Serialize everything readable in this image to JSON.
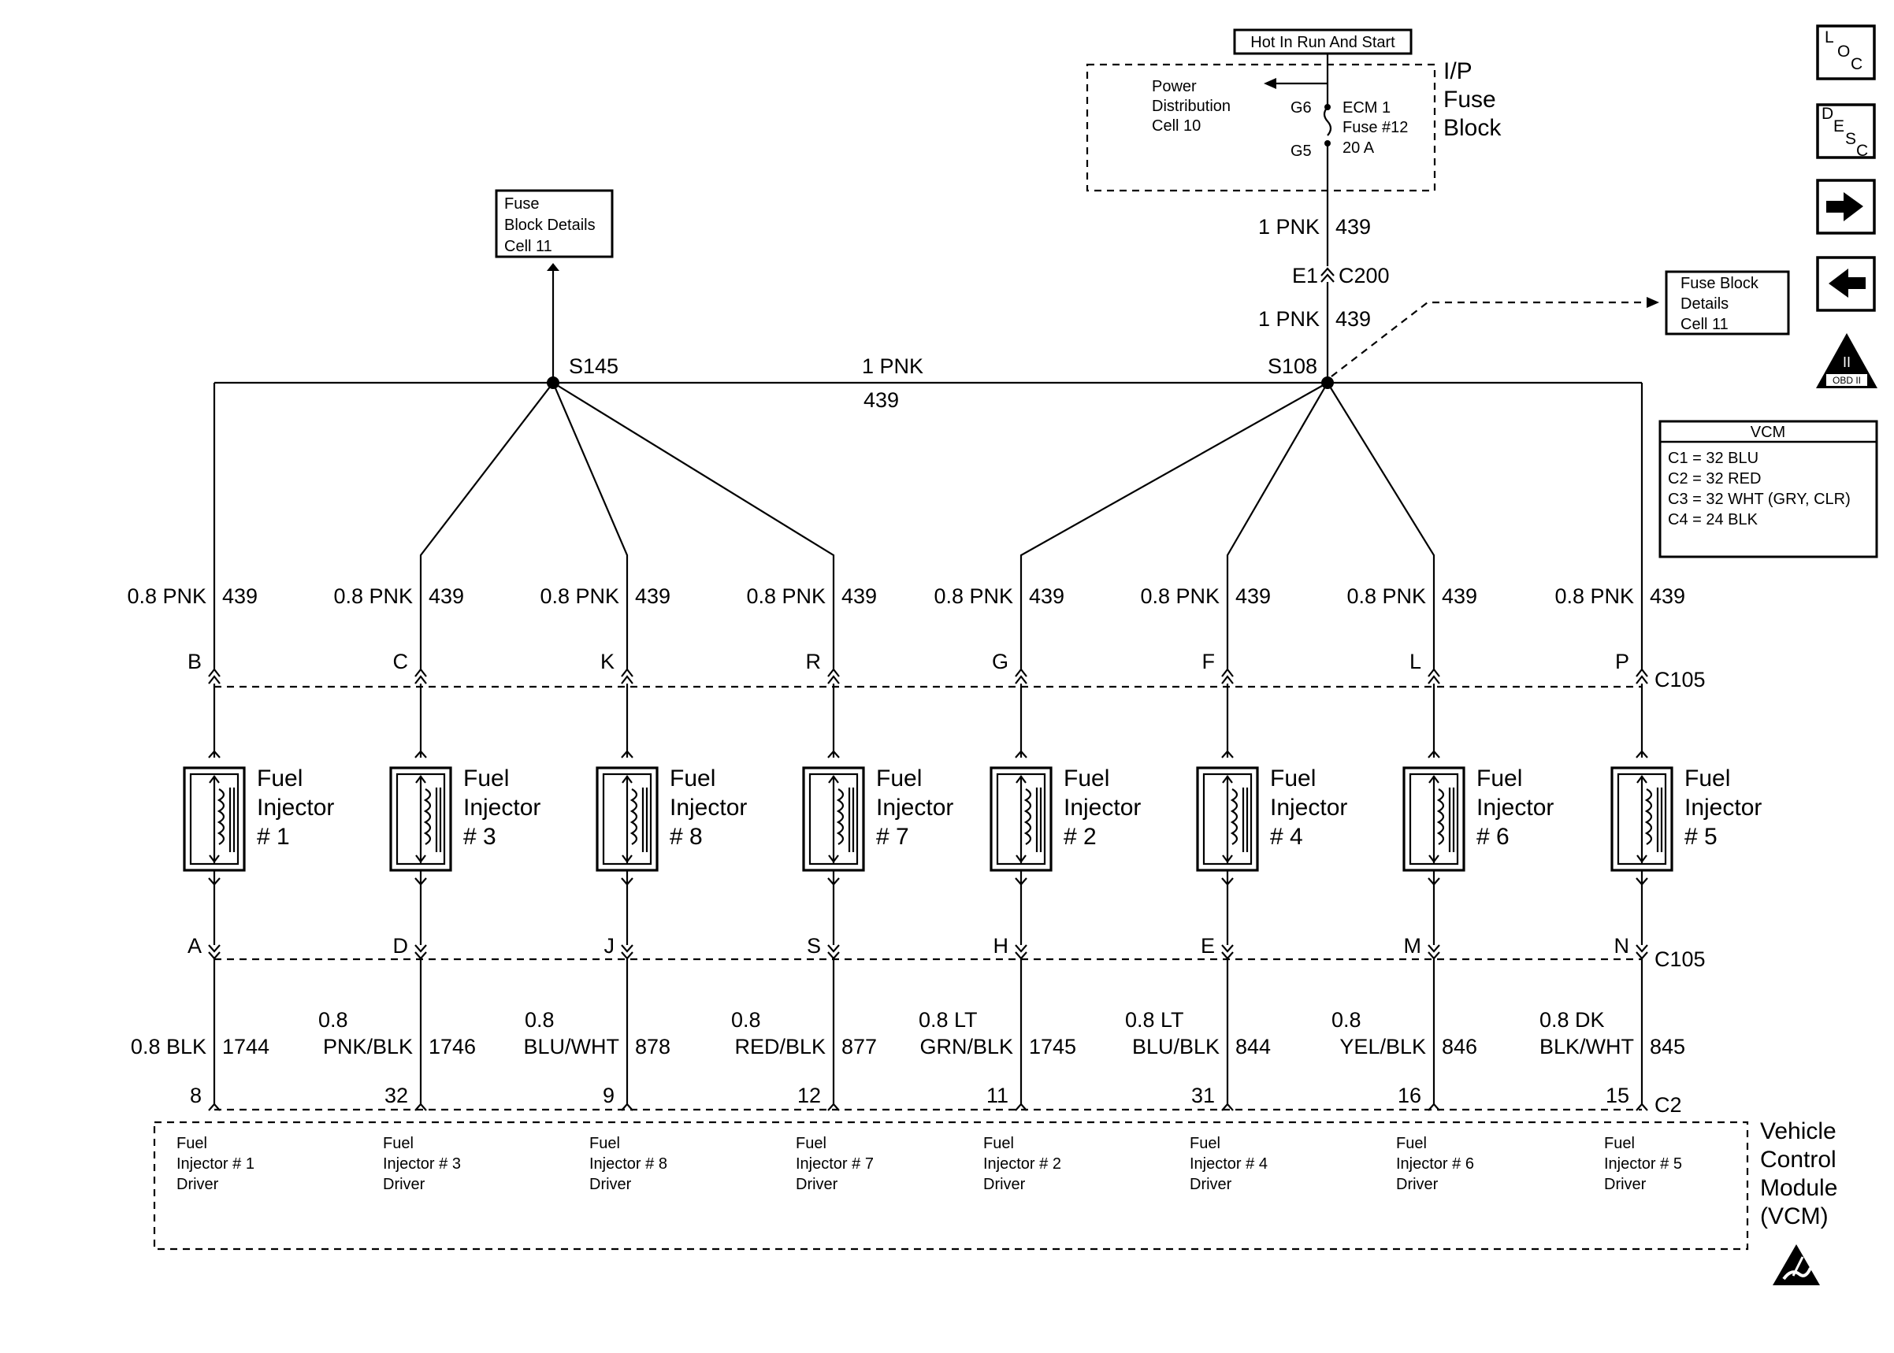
{
  "supply": {
    "hot_label": "Hot In Run And Start",
    "block_name": [
      "I/P",
      "Fuse",
      "Block"
    ],
    "power_ref": [
      "Power",
      "Distribution",
      "Cell 10"
    ],
    "terminal_top": "G6",
    "terminal_bottom": "G5",
    "fuse_text": [
      "ECM 1",
      "Fuse #12",
      "20 A"
    ],
    "wire_upper": {
      "size_color": "1 PNK",
      "circuit": "439"
    },
    "connector_pin": "E1",
    "connector": "C200",
    "wire_lower": {
      "size_color": "1 PNK",
      "circuit": "439"
    }
  },
  "fuse_block_left": [
    "Fuse",
    "Block Details",
    "Cell 11"
  ],
  "fuse_block_right": [
    "Fuse Block",
    "Details",
    "Cell 11"
  ],
  "splices": {
    "left": "S145",
    "right": "S108"
  },
  "bus_wire": {
    "size_color": "1 PNK",
    "circuit": "439"
  },
  "connector_top_label": "C105",
  "connector_bottom_label": "C105",
  "vcm_connector_label": "C2",
  "injectors": [
    {
      "feed_wire": "0.8 PNK",
      "feed_circuit": "439",
      "top_pin": "B",
      "name": [
        "Fuel",
        "Injector",
        "# 1"
      ],
      "bottom_pin": "A",
      "ctrl_wire": [
        "0.8 BLK"
      ],
      "ctrl_circuit": "1744",
      "vcm_pin": "8",
      "driver": [
        "Fuel",
        "Injector # 1",
        "Driver"
      ]
    },
    {
      "feed_wire": "0.8 PNK",
      "feed_circuit": "439",
      "top_pin": "C",
      "name": [
        "Fuel",
        "Injector",
        "# 3"
      ],
      "bottom_pin": "D",
      "ctrl_wire": [
        "0.8",
        "PNK/BLK"
      ],
      "ctrl_circuit": "1746",
      "vcm_pin": "32",
      "driver": [
        "Fuel",
        "Injector # 3",
        "Driver"
      ]
    },
    {
      "feed_wire": "0.8 PNK",
      "feed_circuit": "439",
      "top_pin": "K",
      "name": [
        "Fuel",
        "Injector",
        "# 8"
      ],
      "bottom_pin": "J",
      "ctrl_wire": [
        "0.8",
        "BLU/WHT"
      ],
      "ctrl_circuit": "878",
      "vcm_pin": "9",
      "driver": [
        "Fuel",
        "Injector # 8",
        "Driver"
      ]
    },
    {
      "feed_wire": "0.8 PNK",
      "feed_circuit": "439",
      "top_pin": "R",
      "name": [
        "Fuel",
        "Injector",
        "# 7"
      ],
      "bottom_pin": "S",
      "ctrl_wire": [
        "0.8",
        "RED/BLK"
      ],
      "ctrl_circuit": "877",
      "vcm_pin": "12",
      "driver": [
        "Fuel",
        "Injector # 7",
        "Driver"
      ]
    },
    {
      "feed_wire": "0.8 PNK",
      "feed_circuit": "439",
      "top_pin": "G",
      "name": [
        "Fuel",
        "Injector",
        "# 2"
      ],
      "bottom_pin": "H",
      "ctrl_wire": [
        "0.8 LT",
        "GRN/BLK"
      ],
      "ctrl_circuit": "1745",
      "vcm_pin": "11",
      "driver": [
        "Fuel",
        "Injector # 2",
        "Driver"
      ]
    },
    {
      "feed_wire": "0.8 PNK",
      "feed_circuit": "439",
      "top_pin": "F",
      "name": [
        "Fuel",
        "Injector",
        "# 4"
      ],
      "bottom_pin": "E",
      "ctrl_wire": [
        "0.8 LT",
        "BLU/BLK"
      ],
      "ctrl_circuit": "844",
      "vcm_pin": "31",
      "driver": [
        "Fuel",
        "Injector # 4",
        "Driver"
      ]
    },
    {
      "feed_wire": "0.8 PNK",
      "feed_circuit": "439",
      "top_pin": "L",
      "name": [
        "Fuel",
        "Injector",
        "# 6"
      ],
      "bottom_pin": "M",
      "ctrl_wire": [
        "0.8",
        "YEL/BLK"
      ],
      "ctrl_circuit": "846",
      "vcm_pin": "16",
      "driver": [
        "Fuel",
        "Injector # 6",
        "Driver"
      ]
    },
    {
      "feed_wire": "0.8 PNK",
      "feed_circuit": "439",
      "top_pin": "P",
      "name": [
        "Fuel",
        "Injector",
        "# 5"
      ],
      "bottom_pin": "N",
      "ctrl_wire": [
        "0.8 DK",
        "BLK/WHT"
      ],
      "ctrl_circuit": "845",
      "vcm_pin": "15",
      "driver": [
        "Fuel",
        "Injector # 5",
        "Driver"
      ]
    }
  ],
  "vcm": {
    "name": [
      "Vehicle",
      "Control",
      "Module",
      "(VCM)"
    ],
    "legend_title": "VCM",
    "legend_lines": [
      "C1 = 32 BLU",
      "C2 = 32 RED",
      "C3 = 32 WHT (GRY, CLR)",
      "C4 = 24 BLK"
    ]
  },
  "nav_buttons": [
    {
      "id": "loc",
      "chars": [
        "L",
        "O",
        "C"
      ],
      "icon": "loc-icon"
    },
    {
      "id": "desc",
      "chars": [
        "D",
        "E",
        "S",
        "C"
      ],
      "icon": "desc-icon"
    },
    {
      "id": "next",
      "icon": "arrow-right-icon"
    },
    {
      "id": "prev",
      "icon": "arrow-left-icon"
    }
  ],
  "obd_label": [
    "II",
    "OBD II"
  ]
}
